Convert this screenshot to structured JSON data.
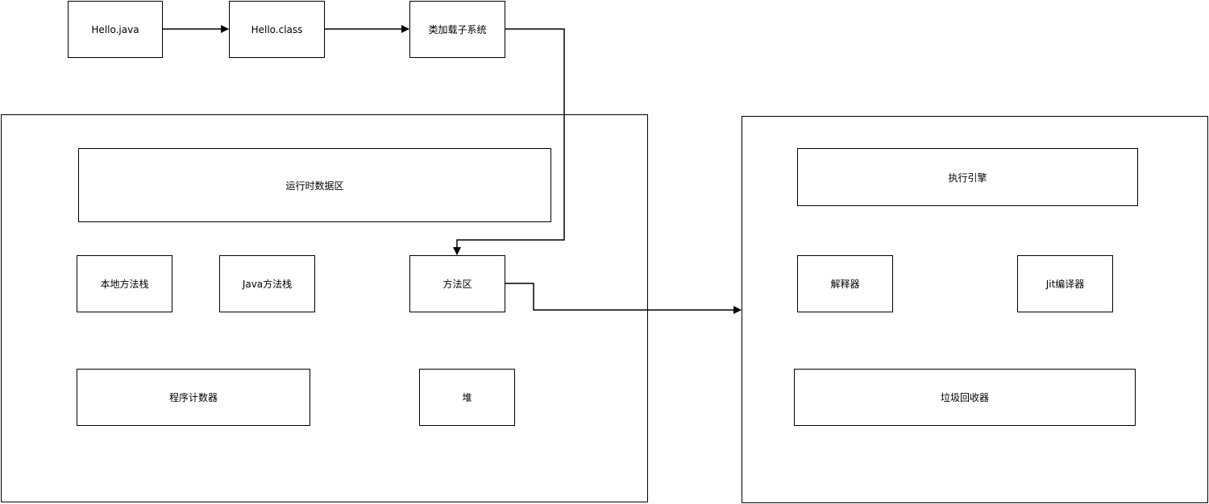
{
  "pipeline": {
    "source_file": "Hello.java",
    "class_file": "Hello.class",
    "class_loader": "类加载子系统"
  },
  "runtime": {
    "title": "运行时数据区",
    "native_method_stack": "本地方法栈",
    "java_method_stack": "Java方法栈",
    "method_area": "方法区",
    "program_counter": "程序计数器",
    "heap": "堆"
  },
  "engine": {
    "title": "执行引擎",
    "interpreter": "解释器",
    "jit_compiler": "Jit编译器",
    "garbage_collector": "垃圾回收器"
  },
  "colors": {
    "stroke": "#000000",
    "background": "#ffffff"
  }
}
